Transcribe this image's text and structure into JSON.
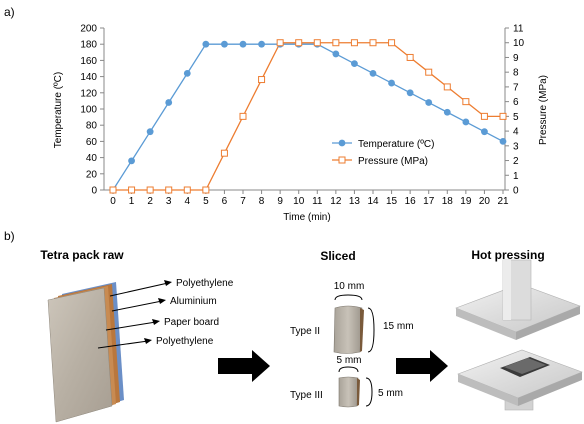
{
  "panel_a_label": "a)",
  "panel_b_label": "b)",
  "chart_data": {
    "type": "line",
    "x": [
      0,
      1,
      2,
      3,
      4,
      5,
      6,
      7,
      8,
      9,
      10,
      11,
      12,
      13,
      14,
      15,
      16,
      17,
      18,
      19,
      20,
      21
    ],
    "xlabel": "Time (min)",
    "ylabel_left": "Temperature (ºC)",
    "ylabel_right": "Pressure (MPa)",
    "x_range": [
      0,
      21
    ],
    "ylim_left": [
      0,
      200
    ],
    "ylim_right": [
      0,
      11
    ],
    "yticks_left": [
      0,
      20,
      40,
      60,
      80,
      100,
      120,
      140,
      160,
      180,
      200
    ],
    "yticks_right": [
      0,
      1,
      2,
      3,
      4,
      5,
      6,
      7,
      8,
      9,
      10,
      11
    ],
    "grid": false,
    "legend_position": "right-center",
    "series": [
      {
        "name": "Temperature (ºC)",
        "axis": "left",
        "color": "#5b9bd5",
        "marker": "circle",
        "values": [
          0,
          36,
          72,
          108,
          144,
          180,
          180,
          180,
          180,
          180,
          180,
          180,
          168,
          156,
          144,
          132,
          120,
          108,
          96,
          84,
          72,
          60
        ]
      },
      {
        "name": "Pressure (MPa)",
        "axis": "right",
        "color": "#ed7d31",
        "marker": "open-square",
        "values": [
          0,
          0,
          0,
          0,
          0,
          0,
          2.5,
          5,
          7.5,
          10,
          10,
          10,
          10,
          10,
          10,
          10,
          9,
          8,
          7,
          6,
          5,
          5
        ]
      }
    ]
  },
  "diagram": {
    "stage1_title": "Tetra pack raw",
    "stage2_title": "Sliced",
    "stage3_title": "Hot pressing",
    "layers": [
      "Polyethylene",
      "Aluminium",
      "Paper board",
      "Polyethylene"
    ],
    "type2_label": "Type II",
    "type3_label": "Type III",
    "type2_width": "10 mm",
    "type2_height": "15 mm",
    "type3_width": "5 mm",
    "type3_height": "5 mm"
  }
}
